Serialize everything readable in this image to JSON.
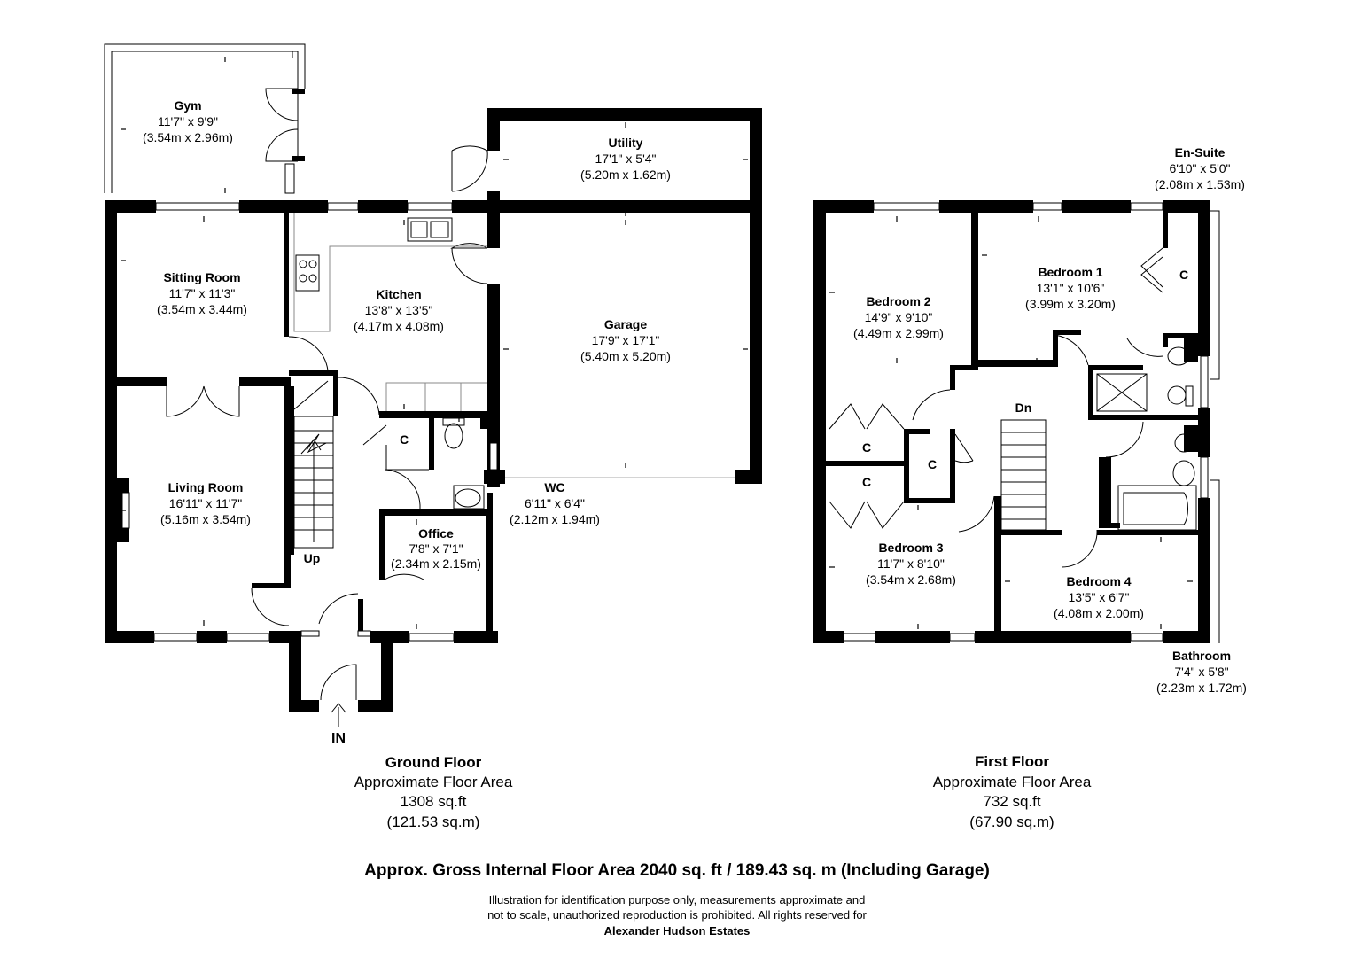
{
  "ground_floor": {
    "rooms": {
      "gym": {
        "name": "Gym",
        "imperial": "11'7\" x 9'9\"",
        "metric": "(3.54m x 2.96m)"
      },
      "utility": {
        "name": "Utility",
        "imperial": "17'1\" x 5'4\"",
        "metric": "(5.20m x 1.62m)"
      },
      "sitting_room": {
        "name": "Sitting Room",
        "imperial": "11'7\" x 11'3\"",
        "metric": "(3.54m x 3.44m)"
      },
      "kitchen": {
        "name": "Kitchen",
        "imperial": "13'8\" x 13'5\"",
        "metric": "(4.17m x 4.08m)"
      },
      "garage": {
        "name": "Garage",
        "imperial": "17'9\" x 17'1\"",
        "metric": "(5.40m x 5.20m)"
      },
      "living_room": {
        "name": "Living Room",
        "imperial": "16'11\" x 11'7\"",
        "metric": "(5.16m x 3.54m)"
      },
      "wc": {
        "name": "WC",
        "imperial": "6'11\" x 6'4\"",
        "metric": "(2.12m x 1.94m)"
      },
      "office": {
        "name": "Office",
        "imperial": "7'8\" x 7'1\"",
        "metric": "(2.34m x 2.15m)"
      }
    },
    "cupboard_label": "C",
    "stairs_label": "Up",
    "entrance_label": "IN",
    "caption": {
      "title": "Ground Floor",
      "subtitle": "Approximate Floor Area",
      "sqft": "1308 sq.ft",
      "sqm": "(121.53 sq.m)"
    }
  },
  "first_floor": {
    "rooms": {
      "en_suite": {
        "name": "En-Suite",
        "imperial": "6'10\" x 5'0\"",
        "metric": "(2.08m x 1.53m)"
      },
      "bedroom_1": {
        "name": "Bedroom 1",
        "imperial": "13'1\" x 10'6\"",
        "metric": "(3.99m x 3.20m)"
      },
      "bedroom_2": {
        "name": "Bedroom 2",
        "imperial": "14'9\" x 9'10\"",
        "metric": "(4.49m x 2.99m)"
      },
      "bedroom_3": {
        "name": "Bedroom 3",
        "imperial": "11'7\" x 8'10\"",
        "metric": "(3.54m x 2.68m)"
      },
      "bedroom_4": {
        "name": "Bedroom 4",
        "imperial": "13'5\" x 6'7\"",
        "metric": "(4.08m x 2.00m)"
      },
      "bathroom": {
        "name": "Bathroom",
        "imperial": "7'4\" x 5'8\"",
        "metric": "(2.23m x 1.72m)"
      }
    },
    "cupboard_label": "C",
    "stairs_label": "Dn",
    "caption": {
      "title": "First Floor",
      "subtitle": "Approximate Floor Area",
      "sqft": "732 sq.ft",
      "sqm": "(67.90 sq.m)"
    }
  },
  "gross_area": "Approx. Gross Internal Floor Area 2040 sq. ft / 189.43 sq. m (Including Garage)",
  "disclaimer": {
    "line1": "Illustration for identification purpose only, measurements approximate and",
    "line2": "not to scale, unauthorized reproduction is prohibited. All rights reserved for",
    "agent": "Alexander Hudson Estates"
  }
}
